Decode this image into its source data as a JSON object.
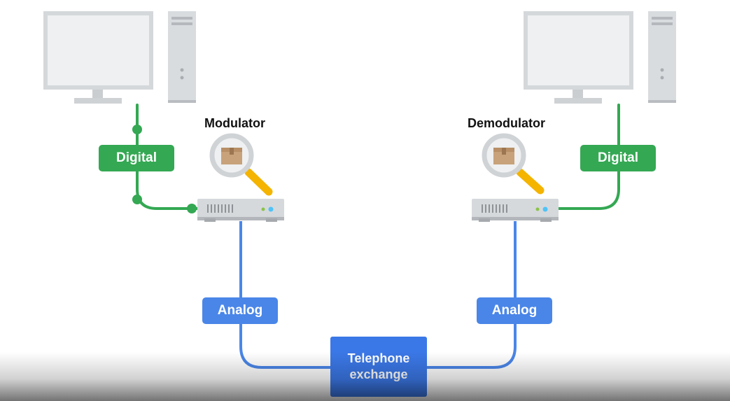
{
  "diagram": {
    "modulator_title": "Modulator",
    "demodulator_title": "Demodulator",
    "left_digital_label": "Digital",
    "right_digital_label": "Digital",
    "left_analog_label": "Analog",
    "right_analog_label": "Analog",
    "exchange_label_line1": "Telephone",
    "exchange_label_line2": "exchange"
  },
  "colors": {
    "digital": "#34a853",
    "analog": "#4a86e8",
    "exchange": "#3b78e7",
    "device_gray": "#d9dcdf",
    "magnifier_handle": "#f4b400"
  },
  "icons": {
    "computer": "desktop-computer-icon",
    "modem": "modem-icon",
    "magnifier": "magnifying-glass-package-icon"
  }
}
